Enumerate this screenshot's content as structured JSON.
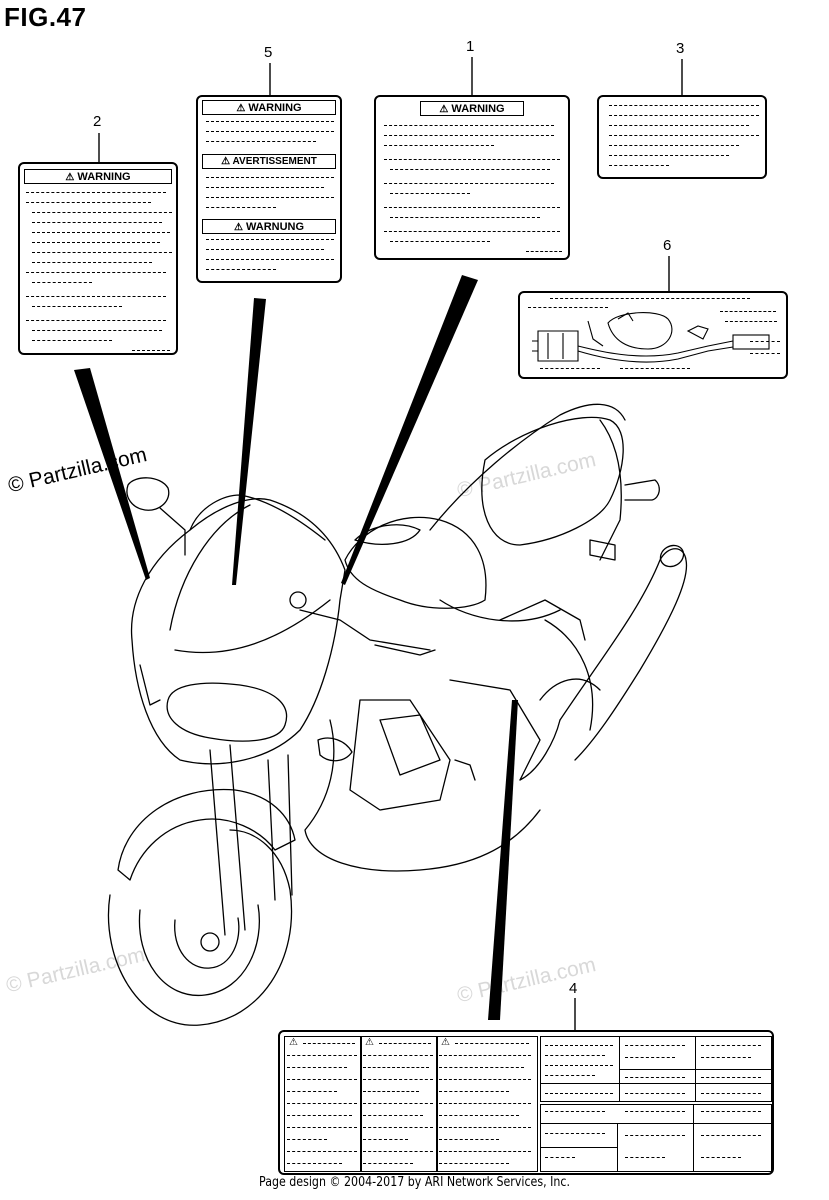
{
  "figure": {
    "title": "FIG.47"
  },
  "callouts": [
    "1",
    "2",
    "3",
    "4",
    "5",
    "6"
  ],
  "labels": {
    "label1": {
      "header": "WARNING"
    },
    "label2": {
      "header": "WARNING"
    },
    "label5": {
      "headers": [
        "WARNING",
        "AVERTISSEMENT",
        "WARNUNG"
      ]
    }
  },
  "warning_symbol": "⚠",
  "watermarks": {
    "copyright": "© Partzilla.com",
    "faded": "© Partzilla.com"
  },
  "footer": {
    "text": "Page design © 2004-2017 by ARI Network Services, Inc."
  }
}
